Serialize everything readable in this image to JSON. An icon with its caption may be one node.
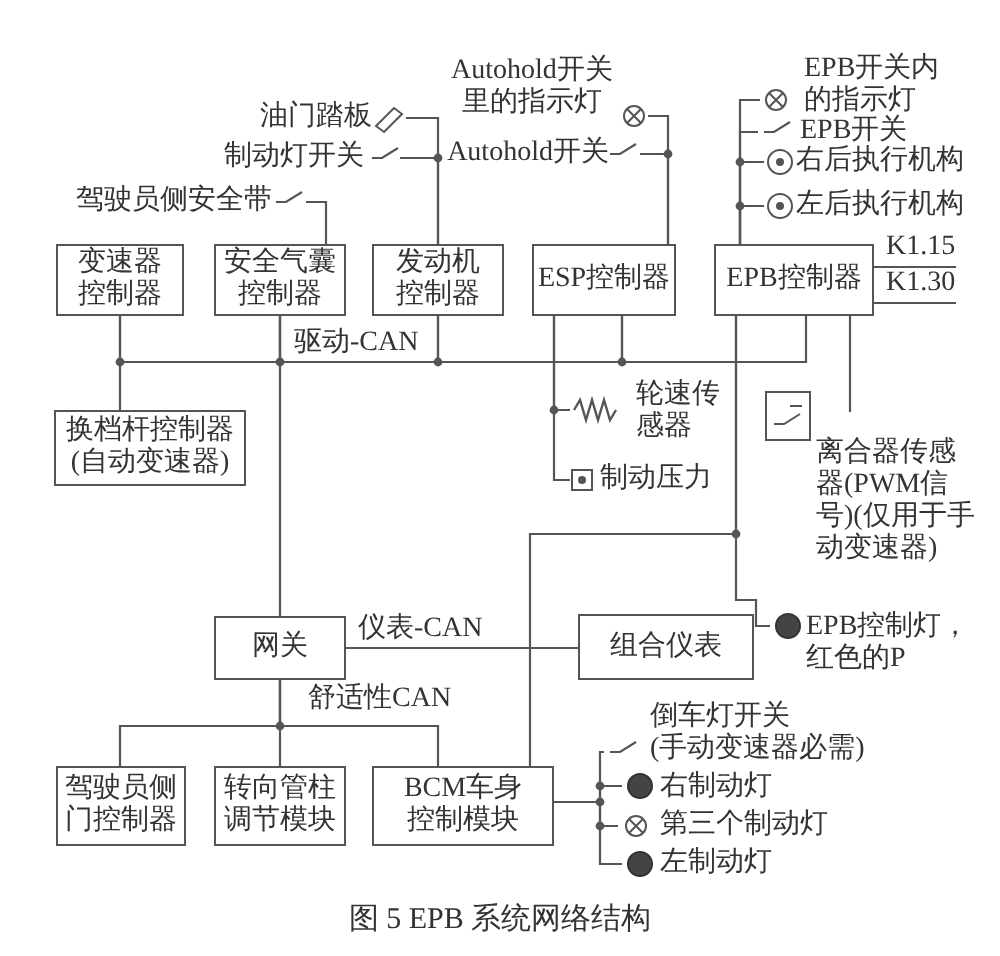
{
  "diagram": {
    "caption": "图 5 EPB 系统网络结构",
    "nodes": [
      {
        "text": [
          "变速器控制器"
        ]
      },
      {
        "text": [
          "安全气囊控制器"
        ]
      },
      {
        "text": [
          "发动机控制器"
        ]
      },
      {
        "text": [
          "ESP控制器"
        ]
      },
      {
        "text": [
          "EPB控制器"
        ],
        "beside": [
          "K1.15",
          "K1.30"
        ]
      },
      {
        "text": [
          "换档杆控制器(自动变速器)"
        ]
      },
      {
        "text": [
          "网关"
        ]
      },
      {
        "text": [
          "组合仪表"
        ]
      },
      {
        "text": [
          "驾驶员侧门控制器"
        ]
      },
      {
        "text": [
          "转向管柱调节模块"
        ]
      },
      {
        "text": [
          "BCM车身控制模块"
        ]
      },
      {
        "text": [
          "油门踏板"
        ]
      },
      {
        "text": [
          "制动灯开关"
        ]
      },
      {
        "text": [
          "驾驶员侧安全带"
        ]
      },
      {
        "text": [
          "Autohold开关里的指示灯"
        ]
      },
      {
        "text": [
          "Autohold开关"
        ]
      },
      {
        "text": [
          "EPB开关内的指示灯"
        ]
      },
      {
        "text": [
          "EPB开关"
        ]
      },
      {
        "text": [
          "右后执行机构"
        ]
      },
      {
        "text": [
          "左后执行机构"
        ]
      },
      {
        "text": [
          "轮速传感器"
        ]
      },
      {
        "text": [
          "制动压力"
        ]
      },
      {
        "text": [
          "离合器传感器(PWM信号)(仅用于手动变速器)"
        ]
      },
      {
        "text": [
          "EPB控制灯，红色的P"
        ]
      },
      {
        "text": [
          "倒车灯开关(手动变速器必需)"
        ]
      },
      {
        "text": [
          "右制动灯"
        ]
      },
      {
        "text": [
          "第三个制动灯"
        ]
      },
      {
        "text": [
          "左制动灯"
        ]
      }
    ],
    "edges": [
      {
        "from": 0,
        "to": 1,
        "arrow": "none"
      },
      {
        "from": 1,
        "to": 2,
        "arrow": "none",
        "label": "驱动-CAN"
      },
      {
        "from": 2,
        "to": 3,
        "arrow": "none"
      },
      {
        "from": 3,
        "to": 4,
        "arrow": "none"
      },
      {
        "from": 5,
        "to": 0,
        "arrow": "none"
      },
      {
        "from": 6,
        "to": 1,
        "arrow": "none"
      },
      {
        "from": 6,
        "to": 7,
        "arrow": "none",
        "label": "仪表-CAN"
      },
      {
        "from": 6,
        "to": 8,
        "arrow": "none"
      },
      {
        "from": 6,
        "to": 9,
        "arrow": "none",
        "label": "舒适性CAN"
      },
      {
        "from": 6,
        "to": 10,
        "arrow": "none"
      },
      {
        "from": 11,
        "to": 2,
        "arrow": "none"
      },
      {
        "from": 12,
        "to": 2,
        "arrow": "none"
      },
      {
        "from": 13,
        "to": 1,
        "arrow": "none"
      },
      {
        "from": 14,
        "to": 3,
        "arrow": "none"
      },
      {
        "from": 15,
        "to": 3,
        "arrow": "none"
      },
      {
        "from": 16,
        "to": 4,
        "arrow": "none"
      },
      {
        "from": 17,
        "to": 4,
        "arrow": "none"
      },
      {
        "from": 18,
        "to": 4,
        "arrow": "none"
      },
      {
        "from": 19,
        "to": 4,
        "arrow": "none"
      },
      {
        "from": 20,
        "to": 3,
        "arrow": "none"
      },
      {
        "from": 21,
        "to": 3,
        "arrow": "none"
      },
      {
        "from": 22,
        "to": 4,
        "arrow": "none"
      },
      {
        "from": 4,
        "to": 23,
        "arrow": "none"
      },
      {
        "from": 4,
        "to": 10,
        "arrow": "none"
      },
      {
        "from": 24,
        "to": 10,
        "arrow": "none"
      },
      {
        "from": 25,
        "to": 10,
        "arrow": "none"
      },
      {
        "from": 26,
        "to": 10,
        "arrow": "none"
      },
      {
        "from": 27,
        "to": 10,
        "arrow": "none"
      }
    ]
  }
}
